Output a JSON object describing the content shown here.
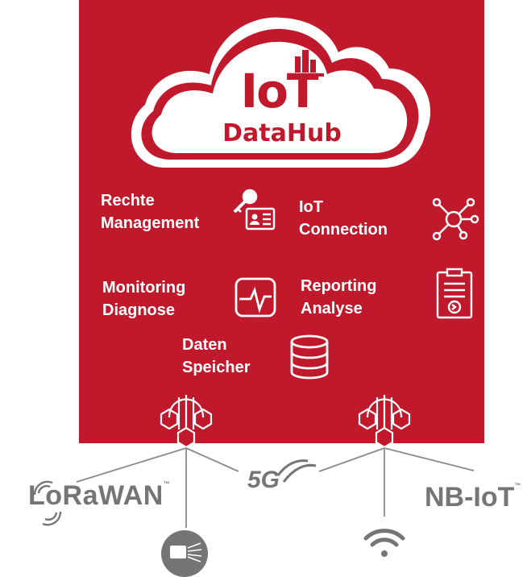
{
  "cloud": {
    "title_top": "IoT",
    "title_bottom": "DataHub"
  },
  "features": [
    {
      "line1": "Rechte",
      "line2": "Management",
      "icon": "key-id-card-icon"
    },
    {
      "line1": "IoT",
      "line2": "Connection",
      "icon": "network-hub-icon"
    },
    {
      "line1": "Monitoring",
      "line2": "Diagnose",
      "icon": "pulse-monitor-icon"
    },
    {
      "line1": "Reporting",
      "line2": "Analyse",
      "icon": "clipboard-report-icon"
    },
    {
      "line1": "Daten",
      "line2": "Speicher",
      "icon": "database-icon"
    }
  ],
  "connectivity": {
    "lorawan": "LoRaWAN",
    "lorawan_tm": "™",
    "fiveg": "5G",
    "nbiot": "NB-IoT",
    "nbiot_tm": "™"
  },
  "colors": {
    "brand_red": "#c0192c",
    "grey": "#757575",
    "white": "#ffffff"
  }
}
